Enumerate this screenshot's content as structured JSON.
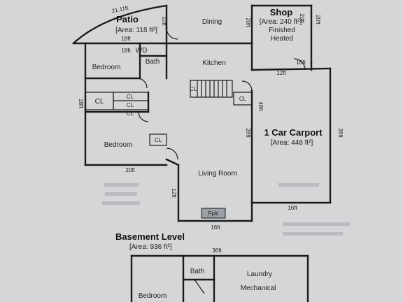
{
  "upper": {
    "patio": {
      "name": "Patio",
      "area": "[Area: 118 ft²]",
      "arc_dim": "21.11ft",
      "dim_bottom": "18ft",
      "dim_side": "10ft"
    },
    "dining": {
      "name": "Dining",
      "dim": "20ft"
    },
    "shop": {
      "name": "Shop",
      "area": "[Area: 240 ft²]",
      "note1": "Finished",
      "note2": "Heated",
      "dim_left": "20ft",
      "dim_right": "20ft",
      "dim_bottom": "16ft"
    },
    "kitchen": {
      "name": "Kitchen"
    },
    "wd": {
      "name": "WD",
      "dim": "18ft"
    },
    "bath": {
      "name": "Bath"
    },
    "bedroom1": {
      "name": "Bedroom"
    },
    "bedroom2": {
      "name": "Bedroom",
      "dim_bottom": "20ft"
    },
    "closets": [
      "CL",
      "CL",
      "CL",
      "CL",
      "CL",
      "CL"
    ],
    "left_dim": "28ft",
    "stair_cl": "CL",
    "carport": {
      "name": "1 Car Carport",
      "area": "[Area: 448 ft²]",
      "dim_top": "12ft",
      "dim_left": "48ft",
      "dim_mid": "28ft",
      "dim_right": "28ft",
      "dim_bottom": "16ft"
    },
    "living": {
      "name": "Living Room",
      "dim_side": "12ft",
      "dim_bottom": "16ft",
      "fireplace": "Fplc"
    }
  },
  "basement": {
    "title": "Basement Level",
    "area": "[Area: 936 ft²]",
    "dim_top": "36ft",
    "bedroom": "Bedroom",
    "bath": "Bath",
    "laundry": "Laundry",
    "mechanical": "Mechanical"
  }
}
